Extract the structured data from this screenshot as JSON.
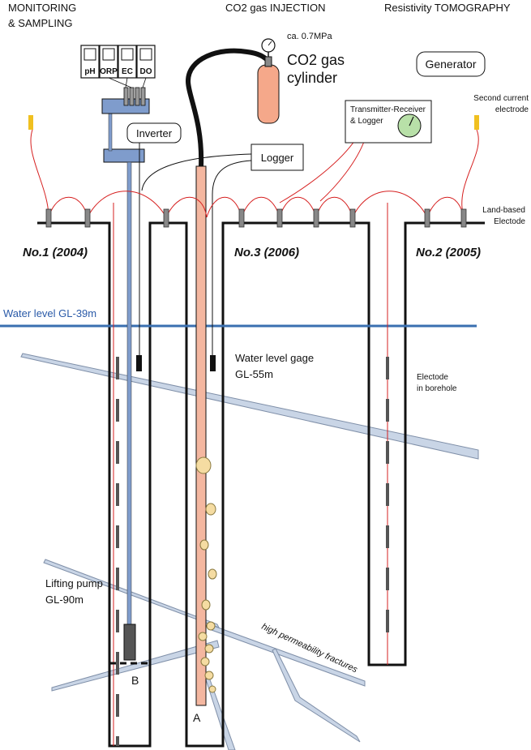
{
  "headers": {
    "monitoring_line1": "MONITORING",
    "monitoring_line2": "& SAMPLING",
    "co2_injection": "CO2 gas INJECTION",
    "resistivity": "Resistivity TOMOGRAPHY"
  },
  "sensors": [
    "pH",
    "ORP",
    "EC",
    "DO"
  ],
  "labels": {
    "pressure": "ca. 0.7MPa",
    "cylinder_line1": "CO2 gas",
    "cylinder_line2": "cylinder",
    "generator": "Generator",
    "second_current_line1": "Second current",
    "second_current_line2": "electrode",
    "transmitter_line1": "Transmitter-Receiver",
    "transmitter_line2": "& Logger",
    "inverter": "Inverter",
    "logger": "Logger",
    "land_electrode_line1": "Land-based",
    "land_electrode_line2": "Electode",
    "water_level": "Water level GL-39m",
    "water_gage_line1": "Water level gage",
    "water_gage_line2": "GL-55m",
    "electrode_borehole_line1": "Electode",
    "electrode_borehole_line2": "in borehole",
    "lifting_pump_line1": "Lifting pump",
    "lifting_pump_line2": "GL-90m",
    "fractures": "high permeability fractures",
    "point_a": "A",
    "point_b": "B"
  },
  "wells": {
    "no1": "No.1 (2004)",
    "no3": "No.3 (2006)",
    "no2": "No.2 (2005)"
  },
  "colors": {
    "water_line": "#3a6fb0",
    "water_text": "#2a5aa8",
    "injection_pipe": "#f4b7a0",
    "bubble": "#f5dca2",
    "cylinder": "#f5a88a",
    "pump": "#7f9ccc",
    "fracture": "#c9d5e6",
    "red_wire": "#d62020",
    "electrode_tip": "#f0c020",
    "dial": "#b8e0a8"
  }
}
